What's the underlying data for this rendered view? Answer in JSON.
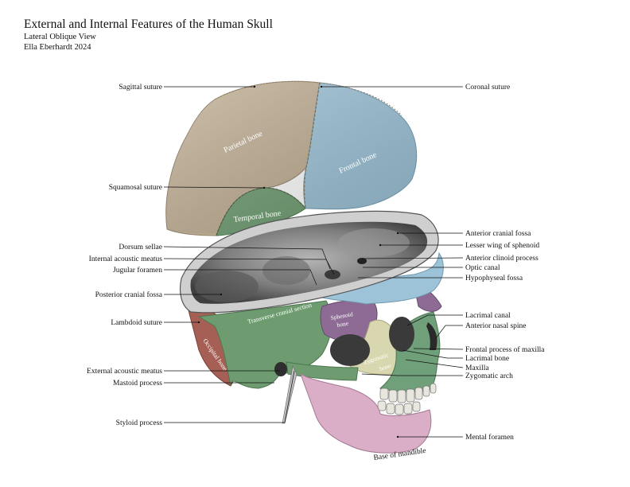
{
  "header": {
    "title": "External and Internal Features of the Human Skull",
    "subtitle": "Lateral Oblique View",
    "credit": "Ella Eberhardt 2024"
  },
  "labels_left": [
    "Sagittal suture",
    "Squamosal suture",
    "Dorsum sellae",
    "Internal acoustic meatus",
    "Jugular foramen",
    "Posterior cranial fossa",
    "Lambdoid suture",
    "External acoustic meatus",
    "Mastoid process",
    "Styloid process"
  ],
  "labels_right": [
    "Coronal suture",
    "Anterior cranial fossa",
    "Lesser wing of sphenoid",
    "Anterior clinoid process",
    "Optic canal",
    "Hypophyseal fossa",
    "Lacrimal canal",
    "Anterior nasal spine",
    "Frontal process of maxilla",
    "Lacrimal bone",
    "Maxilla",
    "Zygomatic arch",
    "Mental foramen"
  ],
  "bone_labels": {
    "parietal": "Parietal bone",
    "frontal": "Frontal bone",
    "temporal": "Temporal bone",
    "transverse": "Transverse cranial section",
    "sphenoid_1": "Sphenoid",
    "sphenoid_2": "bone",
    "occipital": "Occipital bone",
    "zygomatic_1": "Zygomatic",
    "zygomatic_2": "bone",
    "mandible": "Base of mandible"
  },
  "colors": {
    "parietal": "#bfad91",
    "frontal": "#9cc3d8",
    "temporal": "#6e9c70",
    "occipital": "#a65f55",
    "sphenoid": "#8d6b95",
    "zygomatic": "#d9d7b0",
    "maxilla": "#6fa07a",
    "mandible": "#d9aec6",
    "interior": "#7a7a7a",
    "leader": "#111111"
  }
}
